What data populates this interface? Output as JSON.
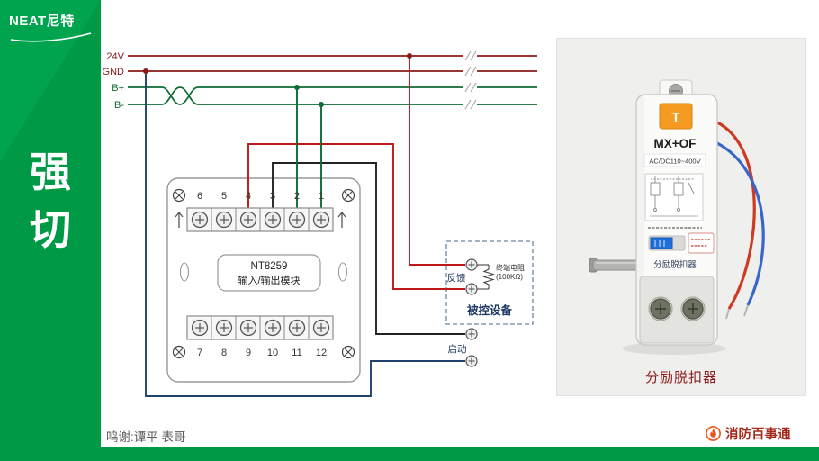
{
  "sidebar": {
    "logo": "NEAT尼特",
    "title_char_1": "强",
    "title_char_2": "切"
  },
  "bus": {
    "labels": [
      "24V",
      "GND",
      "B+",
      "B-"
    ]
  },
  "module": {
    "model": "NT8259",
    "subtitle": "输入/输出模块",
    "top_terminals": [
      "6",
      "5",
      "4",
      "3",
      "2",
      "1"
    ],
    "bottom_terminals": [
      "7",
      "8",
      "9",
      "10",
      "11",
      "12"
    ]
  },
  "device_box": {
    "title": "被控设备",
    "feedback_label": "反馈",
    "start_label": "启动",
    "resistor_label_1": "终端电阻",
    "resistor_label_2": "(100KΩ)"
  },
  "product": {
    "model": "MX+OF",
    "rating": "AC/DC110~400V",
    "clip_letter": "T",
    "body_label": "分励脱扣器",
    "caption": "分励脱扣器"
  },
  "footer": {
    "credits": "鸣谢:谭平 表哥",
    "brand": "消防百事通"
  },
  "colors": {
    "brand_green": "#009945",
    "wire_power": "#8a1a1a",
    "wire_bus_green": "#0e6b33",
    "wire_red": "#c01818",
    "wire_black": "#222222",
    "wire_navy": "#20406e",
    "label_navy": "#1f3864",
    "caption_red": "#8b1a1a",
    "accent_orange": "#f59b22",
    "slider_blue": "#1e6fd9"
  }
}
